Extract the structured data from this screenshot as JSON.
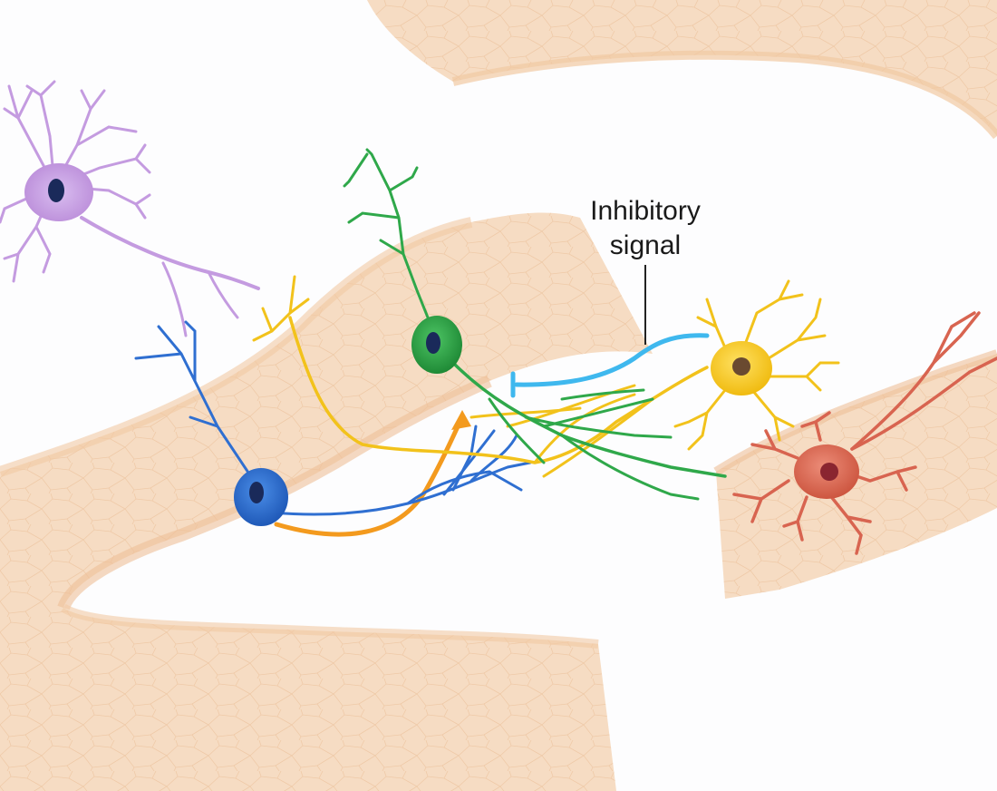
{
  "annotations": {
    "inhibitory_line1": "Inhibitory",
    "inhibitory_line2": "signal"
  },
  "colors": {
    "background": "#fdfdfe",
    "tissue_fill": "#f6dcc3",
    "tissue_edge": "#f1c9a3",
    "tissue_texture": "#e8b98f",
    "purple_neuron": "#c49be0",
    "blue_neuron": "#2f6fd1",
    "green_neuron": "#2fa84a",
    "yellow_neuron": "#f2c21b",
    "red_neuron": "#d86450",
    "orange_arrow": "#f39a1e",
    "inhibitory_connection": "#3fb8ee",
    "nucleus": "#1a2a5a",
    "label_text": "#1a1a1a"
  },
  "neurons": [
    {
      "name": "purple-neuron",
      "color": "#c49be0"
    },
    {
      "name": "blue-neuron",
      "color": "#2f6fd1"
    },
    {
      "name": "green-neuron",
      "color": "#2fa84a"
    },
    {
      "name": "yellow-neuron",
      "color": "#f2c21b"
    },
    {
      "name": "red-neuron",
      "color": "#d86450"
    }
  ]
}
